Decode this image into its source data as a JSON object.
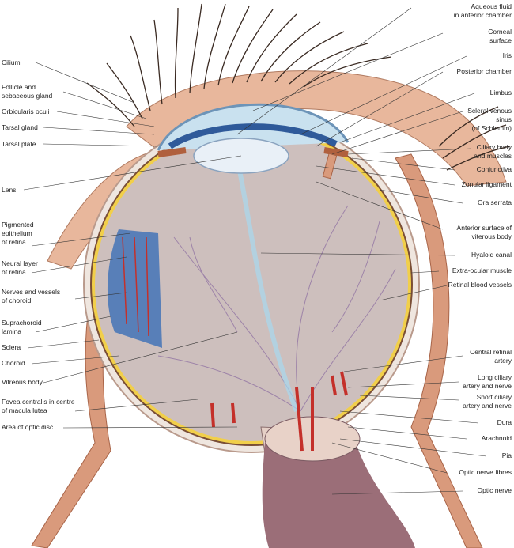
{
  "diagram": {
    "colors": {
      "sclera": "#efe6df",
      "vitreous": "#cdbfbd",
      "muscle": "#d99a7c",
      "skin": "#e8b79c",
      "choroid_blue": "#3b6fb6",
      "vessel_red": "#c4302a",
      "pigment_yellow": "#f1cf4a",
      "optic_nerve": "#9b6e78",
      "leader_line": "#333333"
    },
    "labels_left": [
      "Cilium",
      "Follicle and\nsebaceous gland",
      "Orbicularis oculi",
      "Tarsal gland",
      "Tarsal plate",
      "Lens",
      "Pigmented\nepithelium\nof retina",
      "Neural layer\nof retina",
      "Nerves and vessels\nof choroid",
      "Suprachoroid\nlamina",
      "Sclera",
      "Choroid",
      "Vitreous body",
      "Fovea centralis in centre\nof macula lutea",
      "Area of optic disc"
    ],
    "labels_right": [
      "Aqueous fluid\nin anterior chamber",
      "Corneal\nsurface",
      "Iris",
      "Posterior chamber",
      "Limbus",
      "Scleral venous\nsinus\n(of Schlemm)",
      "Ciliary body\nand muscles",
      "Conjunctiva",
      "Zonular ligament",
      "Ora serrata",
      "Anterior surface of\nviterous body",
      "Hyaloid canal",
      "Extra-ocular muscle",
      "Retinal blood vessels",
      "Central retinal\nartery",
      "Long ciliary\nartery and nerve",
      "Short ciliary\nartery and nerve",
      "Dura",
      "Arachnoid",
      "Pia",
      "Optic nerve fibres",
      "Optic nerve"
    ]
  }
}
